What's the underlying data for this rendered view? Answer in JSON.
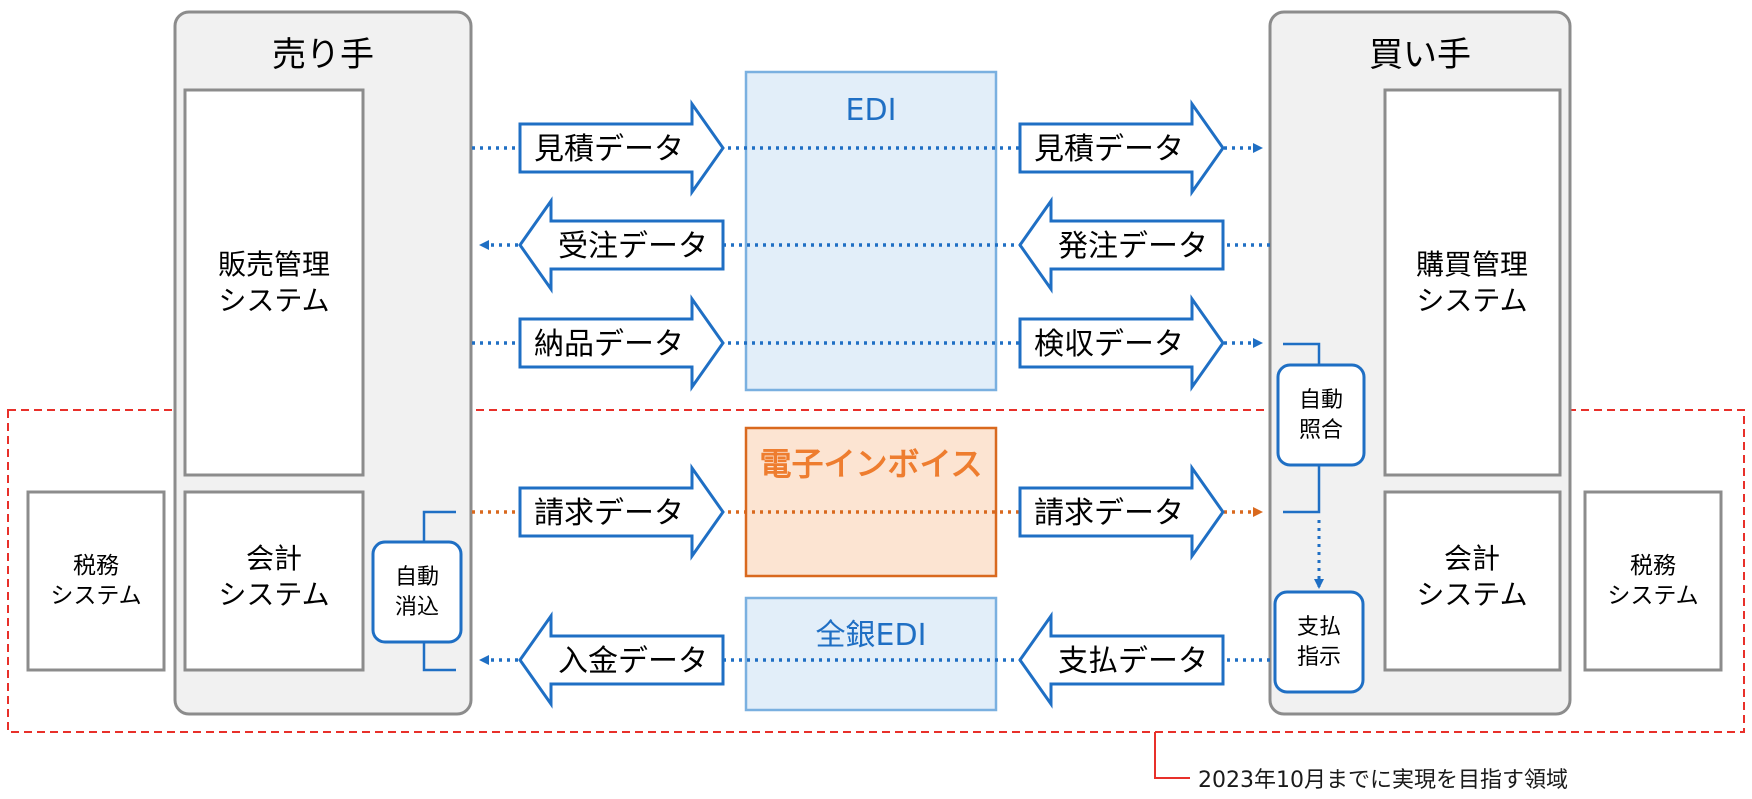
{
  "seller": {
    "title": "売り手",
    "sales_system": [
      "販売管理",
      "システム"
    ],
    "accounting_system": [
      "会計",
      "システム"
    ],
    "tax_system": [
      "税務",
      "システム"
    ],
    "auto_reconcile": [
      "自動",
      "消込"
    ]
  },
  "buyer": {
    "title": "買い手",
    "purchase_system": [
      "購買管理",
      "システム"
    ],
    "accounting_system": [
      "会計",
      "システム"
    ],
    "tax_system": [
      "税務",
      "システム"
    ],
    "auto_match": [
      "自動",
      "照合"
    ],
    "payment_instruction": [
      "支払",
      "指示"
    ]
  },
  "exchanges": {
    "edi": "EDI",
    "einvoice": "電子インボイス",
    "zengin_edi": "全銀EDI"
  },
  "flows": {
    "estimate_left": "見積データ",
    "estimate_right": "見積データ",
    "order_received": "受注データ",
    "order_placed": "発注データ",
    "delivery": "納品データ",
    "inspection": "検収データ",
    "billing_left": "請求データ",
    "billing_right": "請求データ",
    "deposit": "入金データ",
    "payment": "支払データ"
  },
  "note": "2023年10月までに実現を目指す領域",
  "colors": {
    "blue": "#1f6fc4",
    "orange": "#d9691e",
    "red": "#e8302a",
    "box_fill": "#f1f1f1",
    "edi_fill": "#e2eef9",
    "inv_fill": "#fce4d2"
  }
}
